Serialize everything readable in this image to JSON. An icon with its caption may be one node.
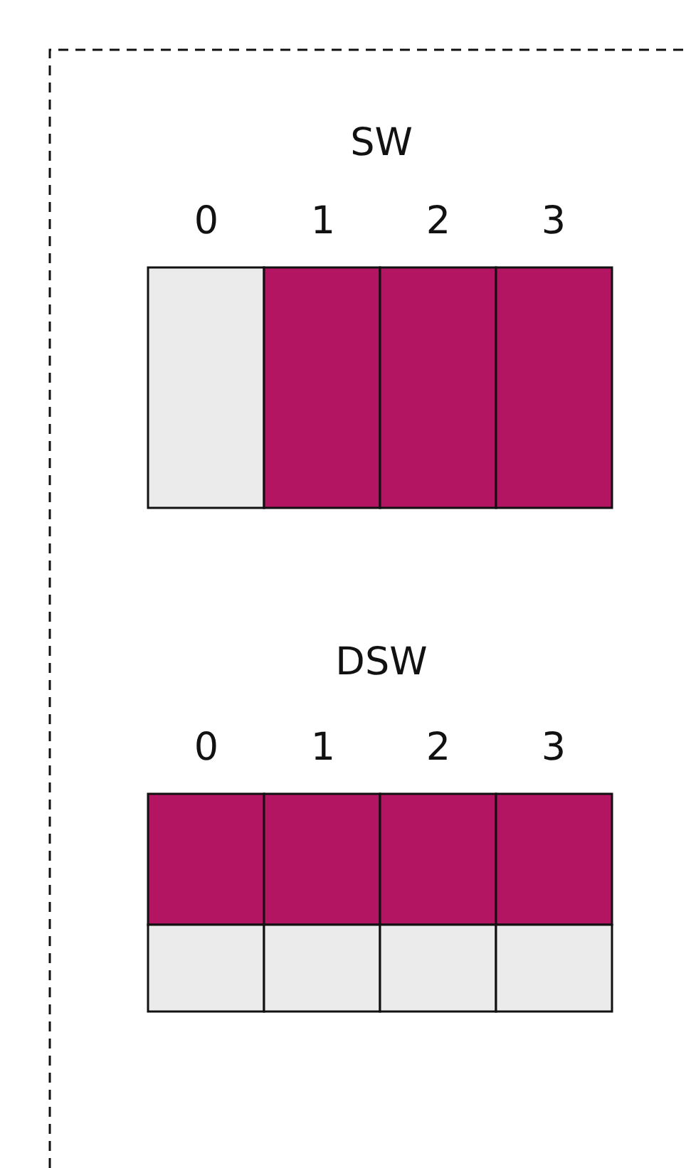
{
  "diagram": {
    "labels": [
      "SW",
      "0",
      "1",
      "2",
      "3",
      "DSW",
      "0",
      "1",
      "2",
      "3"
    ]
  }
}
